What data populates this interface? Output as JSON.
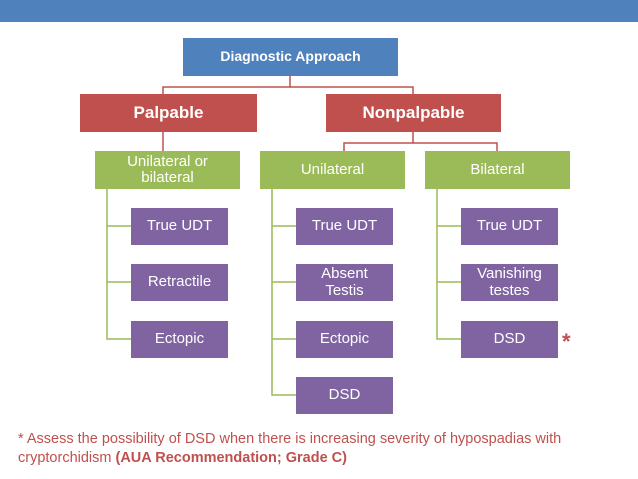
{
  "root": "Diagnostic Approach",
  "palpable": {
    "label": "Palpable",
    "sub": "Unilateral or bilateral",
    "leaves": [
      "True UDT",
      "Retractile",
      "Ectopic"
    ]
  },
  "nonpalpable": {
    "label": "Nonpalpable",
    "unilateral": {
      "label": "Unilateral",
      "leaves": [
        "True UDT",
        "Absent Testis",
        "Ectopic",
        "DSD"
      ]
    },
    "bilateral": {
      "label": "Bilateral",
      "leaves": [
        "True UDT",
        "Vanishing testes",
        "DSD"
      ]
    }
  },
  "asterisk": "*",
  "footnote": {
    "text": "* Assess the possibility of DSD when there is increasing severity of hypospadias with cryptorchidism",
    "bold": "(AUA Recommendation; Grade C)"
  },
  "colors": {
    "blue": "#4F81BD",
    "red": "#C0504D",
    "green": "#9BBB59",
    "purple": "#8064A2"
  }
}
